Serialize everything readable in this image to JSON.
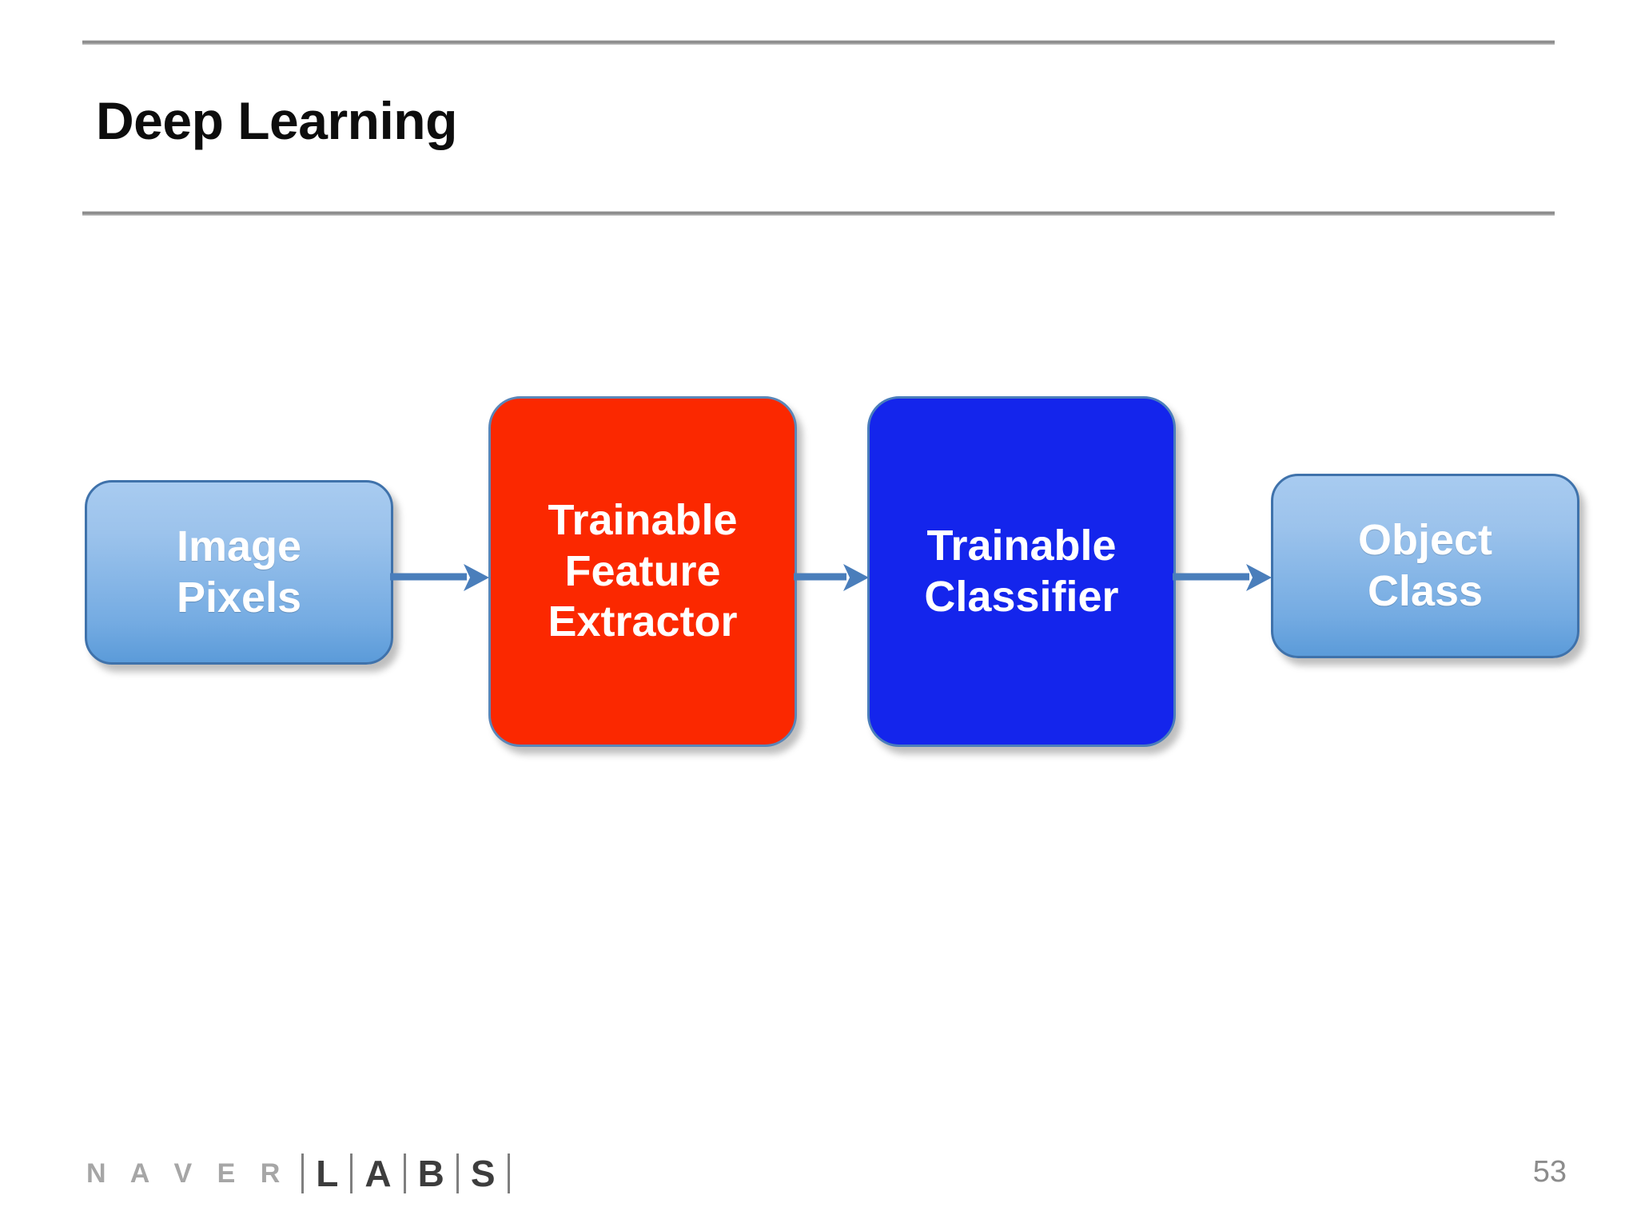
{
  "slide": {
    "title": "Deep Learning",
    "page_number": "53"
  },
  "diagram": {
    "type": "pipeline-flowchart",
    "nodes": [
      {
        "id": "image-pixels",
        "label": "Image\nPixels",
        "line1": "Image",
        "line2": "Pixels",
        "line3": "",
        "fill": "#9cc3ec",
        "border": "#3f72ab",
        "text_color": "#ffffff"
      },
      {
        "id": "feature-extractor",
        "label": "Trainable\nFeature\nExtractor",
        "line1": "Trainable",
        "line2": "Feature",
        "line3": "Extractor",
        "fill": "#fb2800",
        "border": "#5a86b8",
        "text_color": "#ffffff"
      },
      {
        "id": "classifier",
        "label": "Trainable\nClassifier",
        "line1": "Trainable",
        "line2": "Classifier",
        "line3": "",
        "fill": "#1425ec",
        "border": "#4a7ebb",
        "text_color": "#ffffff"
      },
      {
        "id": "object-class",
        "label": "Object\nClass",
        "line1": "Object",
        "line2": "Class",
        "line3": "",
        "fill": "#9cc3ec",
        "border": "#3f72ab",
        "text_color": "#ffffff"
      }
    ],
    "arrows": [
      {
        "id": "arrow-1",
        "from": "image-pixels",
        "to": "feature-extractor",
        "color": "#4a7ebb"
      },
      {
        "id": "arrow-2",
        "from": "feature-extractor",
        "to": "classifier",
        "color": "#4a7ebb"
      },
      {
        "id": "arrow-3",
        "from": "classifier",
        "to": "object-class",
        "color": "#4a7ebb"
      }
    ]
  },
  "footer": {
    "brand_naver": "N A V E R",
    "brand_labs_letters": [
      "L",
      "A",
      "B",
      "S"
    ],
    "brand_naver_color": "#a6a6a6",
    "brand_labs_color": "#3d3d3d"
  }
}
